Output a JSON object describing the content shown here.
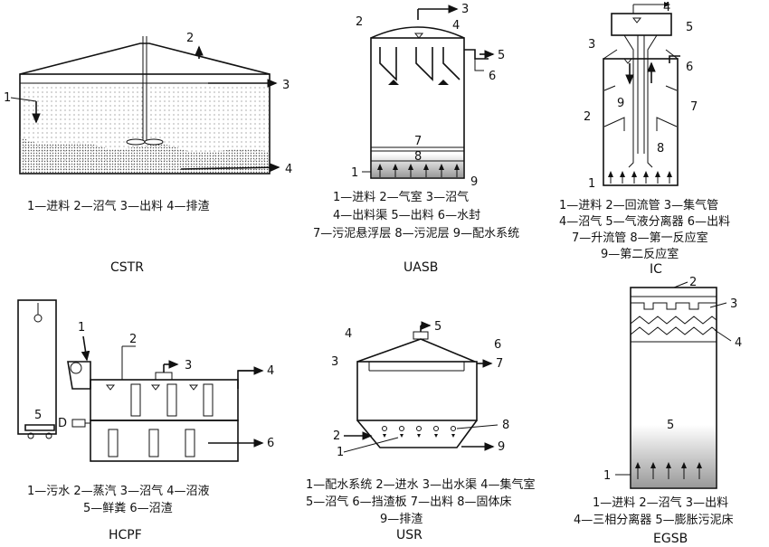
{
  "panels": {
    "cstr": {
      "title": "CSTR",
      "numbers": [
        "1",
        "2",
        "3",
        "4"
      ],
      "legend": [
        "1—进料 2—沼气 3—出料 4—排渣"
      ]
    },
    "uasb": {
      "title": "UASB",
      "numbers": [
        "1",
        "2",
        "3",
        "4",
        "5",
        "6",
        "7",
        "8",
        "9"
      ],
      "legend": [
        "1—进料 2—气室 3—沼气",
        "4—出料渠 5—出料 6—水封",
        "7—污泥悬浮层 8—污泥层 9—配水系统"
      ]
    },
    "ic": {
      "title": "IC",
      "numbers": [
        "1",
        "2",
        "3",
        "4",
        "5",
        "6",
        "7",
        "8",
        "9"
      ],
      "legend": [
        "1—进料 2—回流管 3—集气管",
        "4—沼气 5—气液分离器 6—出料",
        "7—升流管 8—第一反应室",
        "9—第二反应室"
      ]
    },
    "hcpf": {
      "title": "HCPF",
      "numbers": [
        "1",
        "2",
        "3",
        "4",
        "5",
        "6"
      ],
      "pump_label": "D",
      "legend": [
        "1—污水 2—蒸汽 3—沼气 4—沼液",
        "5—鲜粪 6—沼渣"
      ]
    },
    "usr": {
      "title": "USR",
      "numbers": [
        "1",
        "2",
        "3",
        "4",
        "5",
        "6",
        "7",
        "8",
        "9"
      ],
      "legend": [
        "1—配水系统 2—进水 3—出水渠 4—集气室",
        "5—沼气 6—挡渣板 7—出料 8—固体床",
        "9—排渣"
      ]
    },
    "egsb": {
      "title": "EGSB",
      "numbers": [
        "1",
        "2",
        "3",
        "4",
        "5"
      ],
      "legend": [
        "1—进料 2—沼气 3—出料",
        "4—三相分离器 5—膨胀污泥床"
      ]
    }
  }
}
